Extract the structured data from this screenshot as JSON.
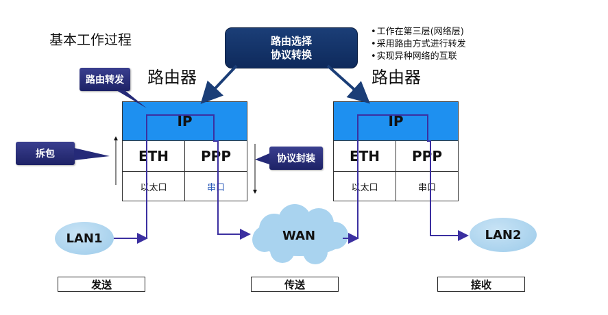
{
  "title": "基本工作过程",
  "top_box": {
    "line1": "路由选择",
    "line2": "协议转换"
  },
  "bullets": [
    "工作在第三层(网络层)",
    "采用路由方式进行转发",
    "实现异种网络的互联"
  ],
  "routers": [
    {
      "label": "路由器",
      "ip": "IP",
      "eth": "ETH",
      "ppp": "PPP",
      "port_eth": "以太口",
      "port_serial": "串口"
    },
    {
      "label": "路由器",
      "ip": "IP",
      "eth": "ETH",
      "ppp": "PPP",
      "port_eth": "以太口",
      "port_serial": "串口"
    }
  ],
  "callouts": {
    "forward": "路由转发",
    "unpack": "拆包",
    "encap": "协议封装"
  },
  "networks": {
    "lan1": "LAN1",
    "wan": "WAN",
    "lan2": "LAN2"
  },
  "stages": {
    "send": "发送",
    "transmit": "传送",
    "receive": "接收"
  },
  "colors": {
    "ip_row": "#1e90f0",
    "path": "#3b2fa0",
    "callout": "#252a78",
    "top_box": "#14356b",
    "cloud": "#a9d3ef"
  }
}
